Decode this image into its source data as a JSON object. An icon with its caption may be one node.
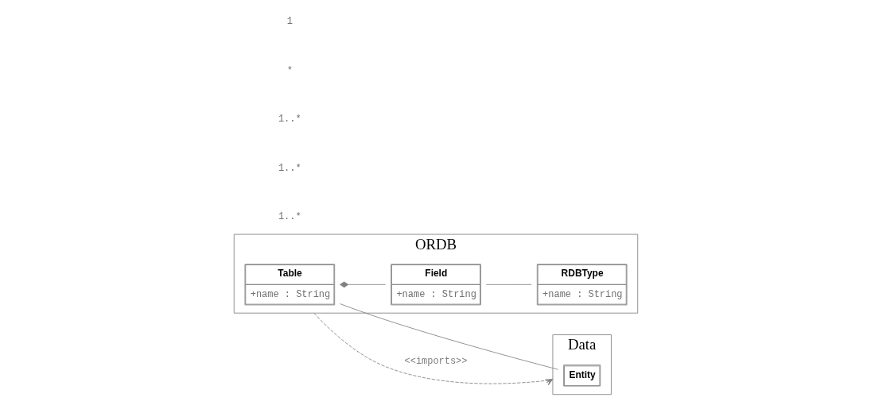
{
  "diagram": {
    "nodes": [
      {
        "text": [
          "ORDB"
        ]
      },
      {
        "text": [
          "Table",
          "+name : String"
        ],
        "in": 0
      },
      {
        "text": [
          "Field",
          "+name : String"
        ],
        "in": 0
      },
      {
        "text": [
          "RDBType",
          "+name : String"
        ],
        "in": 0
      },
      {
        "text": [
          "Data"
        ]
      },
      {
        "text": [
          "Entity"
        ],
        "in": 4
      }
    ],
    "edges": [
      {
        "from": 1,
        "to": 5,
        "arrow": "none"
      },
      {
        "from": 1,
        "to": 2,
        "arrow": "other"
      },
      {
        "from": 2,
        "to": 3,
        "arrow": "none"
      },
      {
        "from": 0,
        "to": 4,
        "arrow": "to",
        "style": "dashed",
        "label": "<<imports>>"
      }
    ],
    "labels": [
      "1..*",
      "1..*",
      "1..*",
      "*",
      "1"
    ]
  }
}
